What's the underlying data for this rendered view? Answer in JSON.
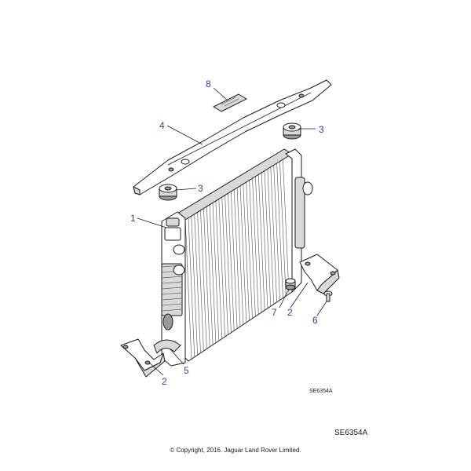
{
  "diagram": {
    "callouts": {
      "c1": "1",
      "c2a": "2",
      "c2b": "2",
      "c3a": "3",
      "c3b": "3",
      "c4": "4",
      "c5": "5",
      "c6": "6",
      "c7": "7",
      "c8": "8"
    },
    "code_small": "SE6354A",
    "code_large": "SE6354A",
    "copyright": "© Copyright, 2016. Jaguar Land Rover Limited."
  }
}
